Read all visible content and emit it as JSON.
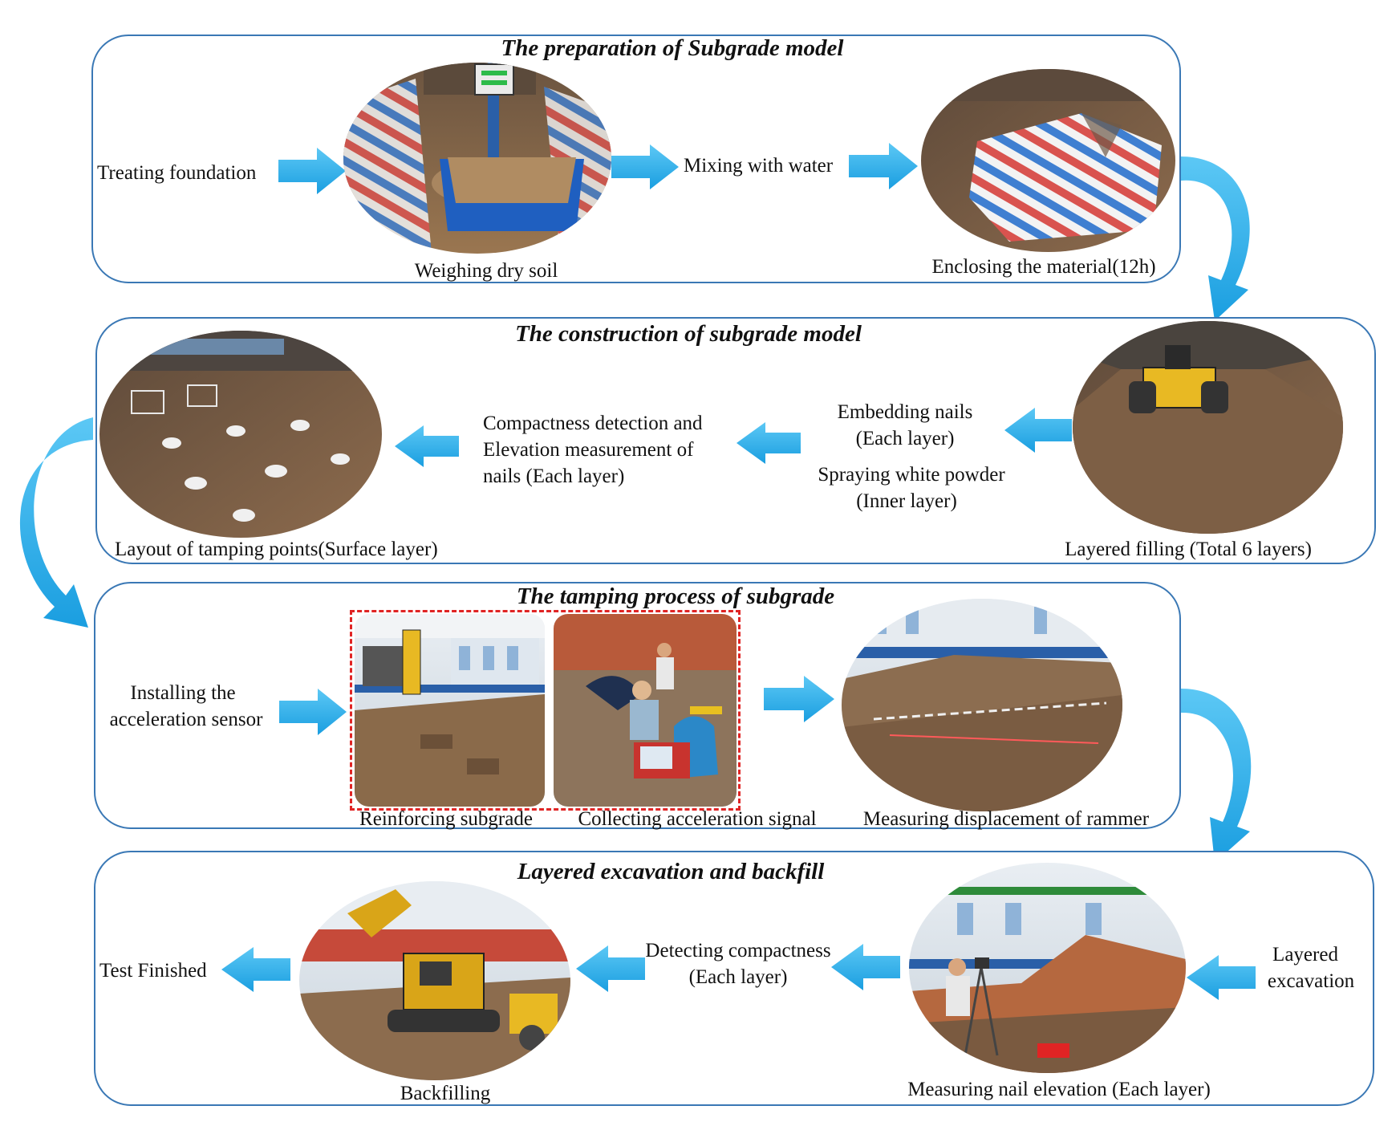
{
  "stages": [
    {
      "title": "The preparation of Subgrade model",
      "steps": {
        "treating": "Treating foundation",
        "weighing": "Weighing dry soil",
        "mixing": "Mixing with water",
        "enclosing": "Enclosing the material(12h)"
      }
    },
    {
      "title": "The construction of subgrade model",
      "steps": {
        "layered_filling": "Layered filling (Total 6 layers)",
        "embedding_1": "Embedding nails",
        "embedding_2": "(Each layer)",
        "spraying_1": "Spraying white powder",
        "spraying_2": "(Inner layer)",
        "compactness_1": "Compactness detection and",
        "compactness_2": "Elevation measurement of",
        "compactness_3": "nails (Each layer)",
        "layout": "Layout of tamping points(Surface layer)"
      }
    },
    {
      "title": "The tamping process of subgrade",
      "steps": {
        "installing_1": "Installing the",
        "installing_2": "acceleration sensor",
        "reinforcing": "Reinforcing subgrade",
        "collecting": "Collecting acceleration signal",
        "measuring": "Measuring displacement of rammer"
      }
    },
    {
      "title": "Layered excavation and backfill",
      "steps": {
        "excavation_1": "Layered",
        "excavation_2": "excavation",
        "nail_elevation": "Measuring nail elevation  (Each layer)",
        "detecting_1": "Detecting compactness",
        "detecting_2": "(Each layer)",
        "backfilling": "Backfilling",
        "finished": "Test Finished"
      }
    }
  ],
  "colors": {
    "panel_border": "#3a78b5",
    "arrow": "#1ea7e8",
    "dashed_box": "#e02424",
    "soil": "#8a6a4a",
    "tarp_red": "#d9534f",
    "tarp_blue": "#3f7fd1",
    "roller_yellow": "#e8b923",
    "machine_yellow": "#d9a518",
    "machine_blue": "#3b6fb8"
  }
}
